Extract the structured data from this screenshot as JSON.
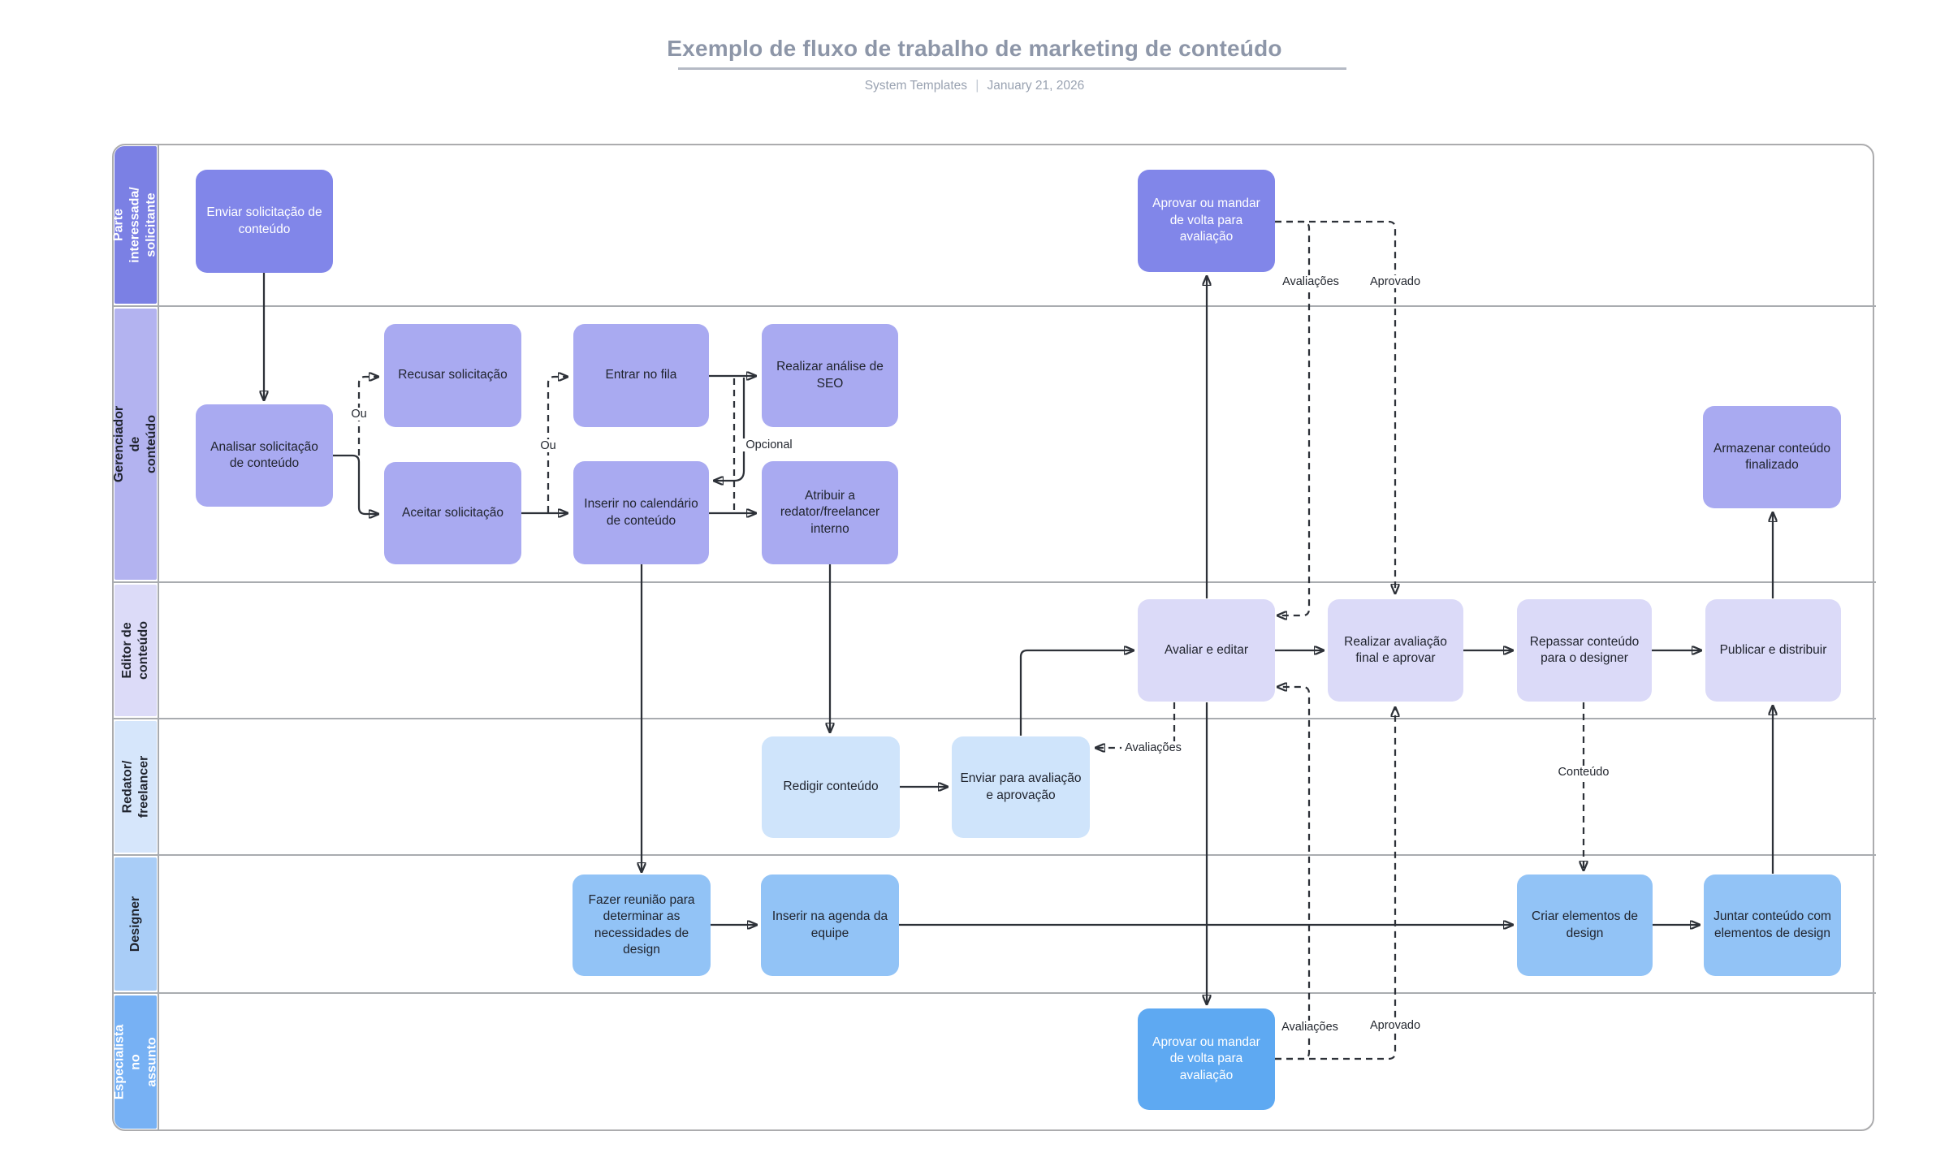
{
  "header": {
    "title": "Exemplo de fluxo de trabalho de marketing de conteúdo",
    "byline": "System Templates",
    "separator": "|",
    "date": "January 21, 2026"
  },
  "lanes": [
    {
      "label": "Parte interessada/\nsolicitante",
      "strip_color": "#7b80e4",
      "text_color": "#ffffff"
    },
    {
      "label": "Gerenciador de conteúdo",
      "strip_color": "#b3b3f0",
      "text_color": "#20242e"
    },
    {
      "label": "Editor de\nconteúdo",
      "strip_color": "#dcdbf8",
      "text_color": "#20242e"
    },
    {
      "label": "Redator/\nfreelancer",
      "strip_color": "#d6e6fb",
      "text_color": "#20242e"
    },
    {
      "label": "Designer",
      "strip_color": "#a9cdf7",
      "text_color": "#20242e"
    },
    {
      "label": "Especialista no\nassunto",
      "strip_color": "#77b1f4",
      "text_color": "#ffffff"
    }
  ],
  "nodes": {
    "enviar_solicitacao": {
      "label": "Enviar solicitação de conteúdo"
    },
    "aprovar_top": {
      "label": "Aprovar ou mandar de volta para avaliação"
    },
    "analisar": {
      "label": "Analisar solicitação de conteúdo"
    },
    "recusar": {
      "label": "Recusar solicitação"
    },
    "aceitar": {
      "label": "Aceitar solicitação"
    },
    "entrar_fila": {
      "label": "Entrar no fila"
    },
    "analise_seo": {
      "label": "Realizar análise de SEO"
    },
    "inserir_calendario": {
      "label": "Inserir no calendário de conteúdo"
    },
    "atribuir_redator": {
      "label": "Atribuir a redator/freelancer interno"
    },
    "armazenar": {
      "label": "Armazenar conteúdo finalizado"
    },
    "avaliar_editar": {
      "label": "Avaliar e editar"
    },
    "avaliacao_final": {
      "label": "Realizar avaliação final e aprovar"
    },
    "repassar_designer": {
      "label": "Repassar conteúdo para o designer"
    },
    "publicar": {
      "label": "Publicar e distribuir"
    },
    "redigir": {
      "label": "Redigir conteúdo"
    },
    "enviar_avaliacao": {
      "label": "Enviar para avaliação e aprovação"
    },
    "fazer_reuniao": {
      "label": "Fazer reunião para determinar as necessidades de design"
    },
    "inserir_agenda": {
      "label": "Inserir na agenda da equipe"
    },
    "criar_elementos": {
      "label": "Criar elementos de design"
    },
    "juntar_conteudo": {
      "label": "Juntar conteúdo com elementos de design"
    },
    "aprovar_bottom": {
      "label": "Aprovar ou mandar de volta para avaliação"
    }
  },
  "edge_labels": {
    "ou_1": "Ou",
    "ou_2": "Ou",
    "opcional": "Opcional",
    "avaliacoes_editor": "Avaliações",
    "avaliacoes_top": "Avaliações",
    "aprovado_top": "Aprovado",
    "avaliacoes_bottom": "Avaliações",
    "aprovado_bottom": "Aprovado",
    "conteudo": "Conteúdo"
  },
  "palette": {
    "lane1_node": "#8186e9",
    "lane2_node": "#a9aaf1",
    "lane3_node": "#dbdaf8",
    "lane4_node": "#cfe4fb",
    "lane5_node": "#92c3f6",
    "lane6_node": "#5ea9f2",
    "connector": "#2d3138",
    "frame": "#acacae",
    "title_text": "#8d96a8"
  }
}
